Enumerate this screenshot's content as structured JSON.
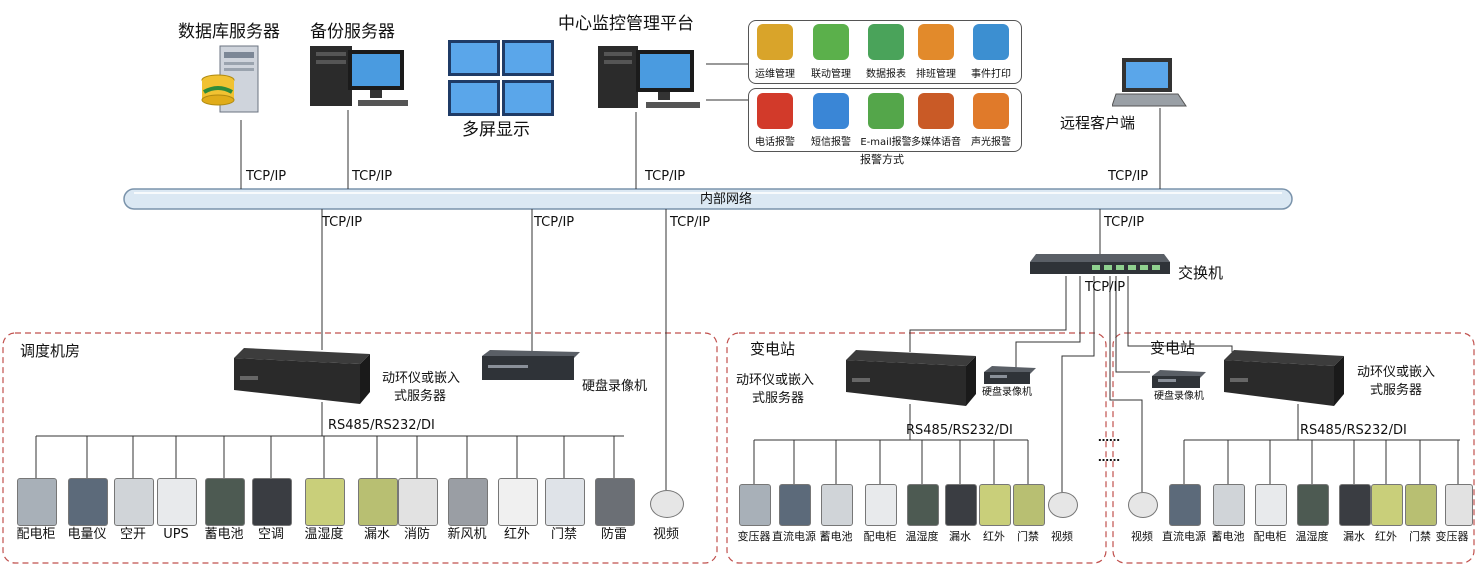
{
  "servers": {
    "database": "数据库服务器",
    "backup": "备份服务器",
    "multiscreen": "多屏显示",
    "center": "中心监控管理平台",
    "remote": "远程客户端"
  },
  "tools_row1": [
    "运维管理",
    "联动管理",
    "数据报表",
    "排班管理",
    "事件打印"
  ],
  "tools_row2": [
    "电话报警",
    "短信报警",
    "E-mail报警",
    "多媒体语音",
    "声光报警"
  ],
  "alarm_caption": "报警方式",
  "network_label": "内部网络",
  "proto": "TCP/IP",
  "bus_proto": "RS485/RS232/DI",
  "switch_label": "交换机",
  "dvr_label": "硬盘录像机",
  "ellipsis": "……",
  "zones": {
    "dispatch": {
      "title": "调度机房",
      "server_label_line1": "动环仪或嵌入",
      "server_label_line2": "式服务器",
      "devices": [
        "配电柜",
        "电量仪",
        "空开",
        "UPS",
        "蓄电池",
        "空调",
        "温湿度",
        "漏水",
        "消防",
        "新风机",
        "红外",
        "门禁",
        "防雷"
      ],
      "video": "视频"
    },
    "substation1": {
      "title": "变电站",
      "server_label_line1": "动环仪或嵌入",
      "server_label_line2": "式服务器",
      "devices": [
        "变压器",
        "直流电源",
        "蓄电池",
        "配电柜",
        "温湿度",
        "漏水",
        "红外",
        "门禁",
        "视频"
      ]
    },
    "substation2": {
      "title": "变电站",
      "server_label_line1": "动环仪或嵌入",
      "server_label_line2": "式服务器",
      "devices": [
        "视频",
        "直流电源",
        "蓄电池",
        "配电柜",
        "温湿度",
        "漏水",
        "红外",
        "门禁",
        "变压器"
      ]
    }
  },
  "colors": {
    "zone_border": "#c0504d",
    "network_fill": "#dbe8f3",
    "network_stroke": "#7a93ab",
    "line": "#333333",
    "rack": "#2a2a2a"
  }
}
